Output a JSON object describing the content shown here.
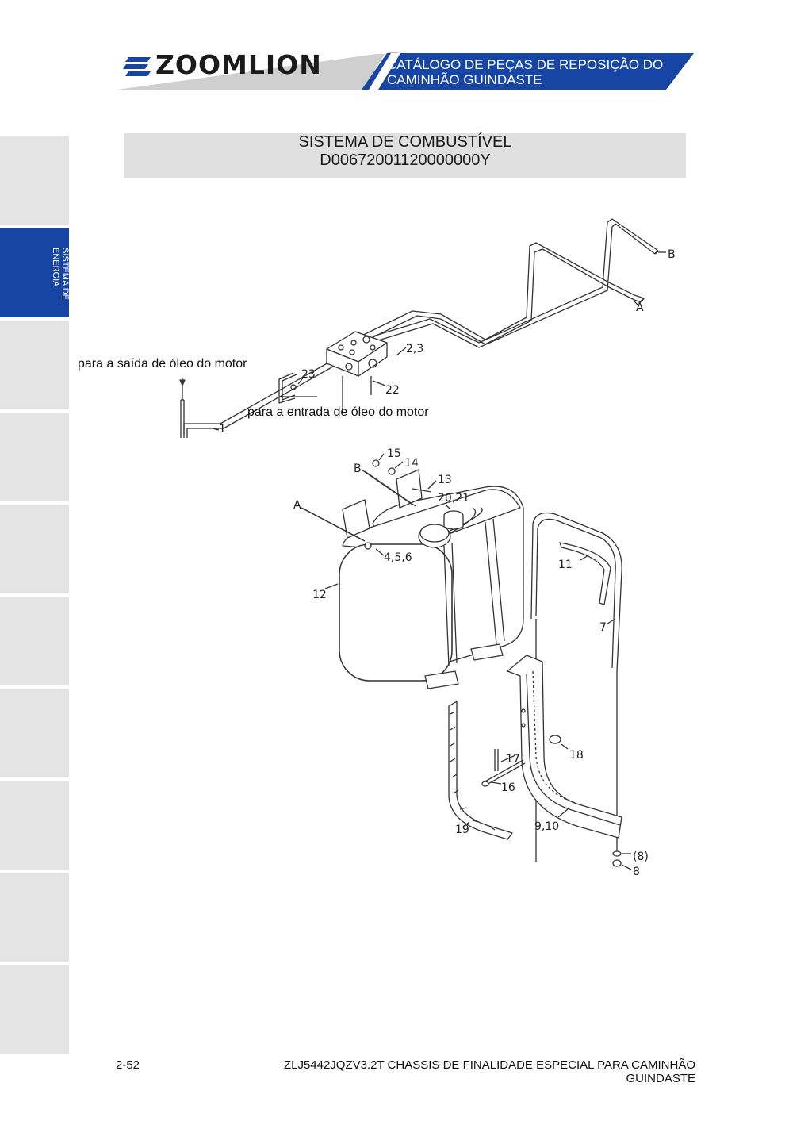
{
  "header": {
    "brand": "ZOOMLION",
    "catalog_title": "CATÁLOGO DE PEÇAS DE REPOSIÇÃO DO CAMINHÃO GUINDASTE",
    "accent_color": "#1745a5",
    "logo_icon": "zoomlion-stripes-icon"
  },
  "sidebar": {
    "active_tab_label": "SISTEMA DE ENERGIA",
    "tab_count": 10,
    "active_index": 1
  },
  "title": {
    "line1": "SISTEMA DE COMBUSTÍVEL",
    "line2": "D00672001120000000Y"
  },
  "diagram": {
    "annotations": {
      "engine_oil_outlet": "para a saída de óleo do motor",
      "engine_oil_inlet": "para a entrada de óleo do motor"
    },
    "callouts": {
      "c_1": "1",
      "c_2_3": "2,3",
      "c_22": "22",
      "c_23": "23",
      "c_A_top": "A",
      "c_B_top": "B",
      "c_15": "15",
      "c_14": "14",
      "c_13": "13",
      "c_20_21": "20,21",
      "c_B_tank": "B",
      "c_A_tank": "A",
      "c_4_5_6": "4,5,6",
      "c_12": "12",
      "c_11": "11",
      "c_7": "7",
      "c_18": "18",
      "c_17": "17",
      "c_16": "16",
      "c_19": "19",
      "c_9_10": "9,10",
      "c_8_paren": "(8)",
      "c_8": "8"
    }
  },
  "footer": {
    "page_number": "2-52",
    "document_title": "ZLJ5442JQZV3.2T CHASSIS DE FINALIDADE ESPECIAL PARA CAMINHÃO GUINDASTE"
  }
}
